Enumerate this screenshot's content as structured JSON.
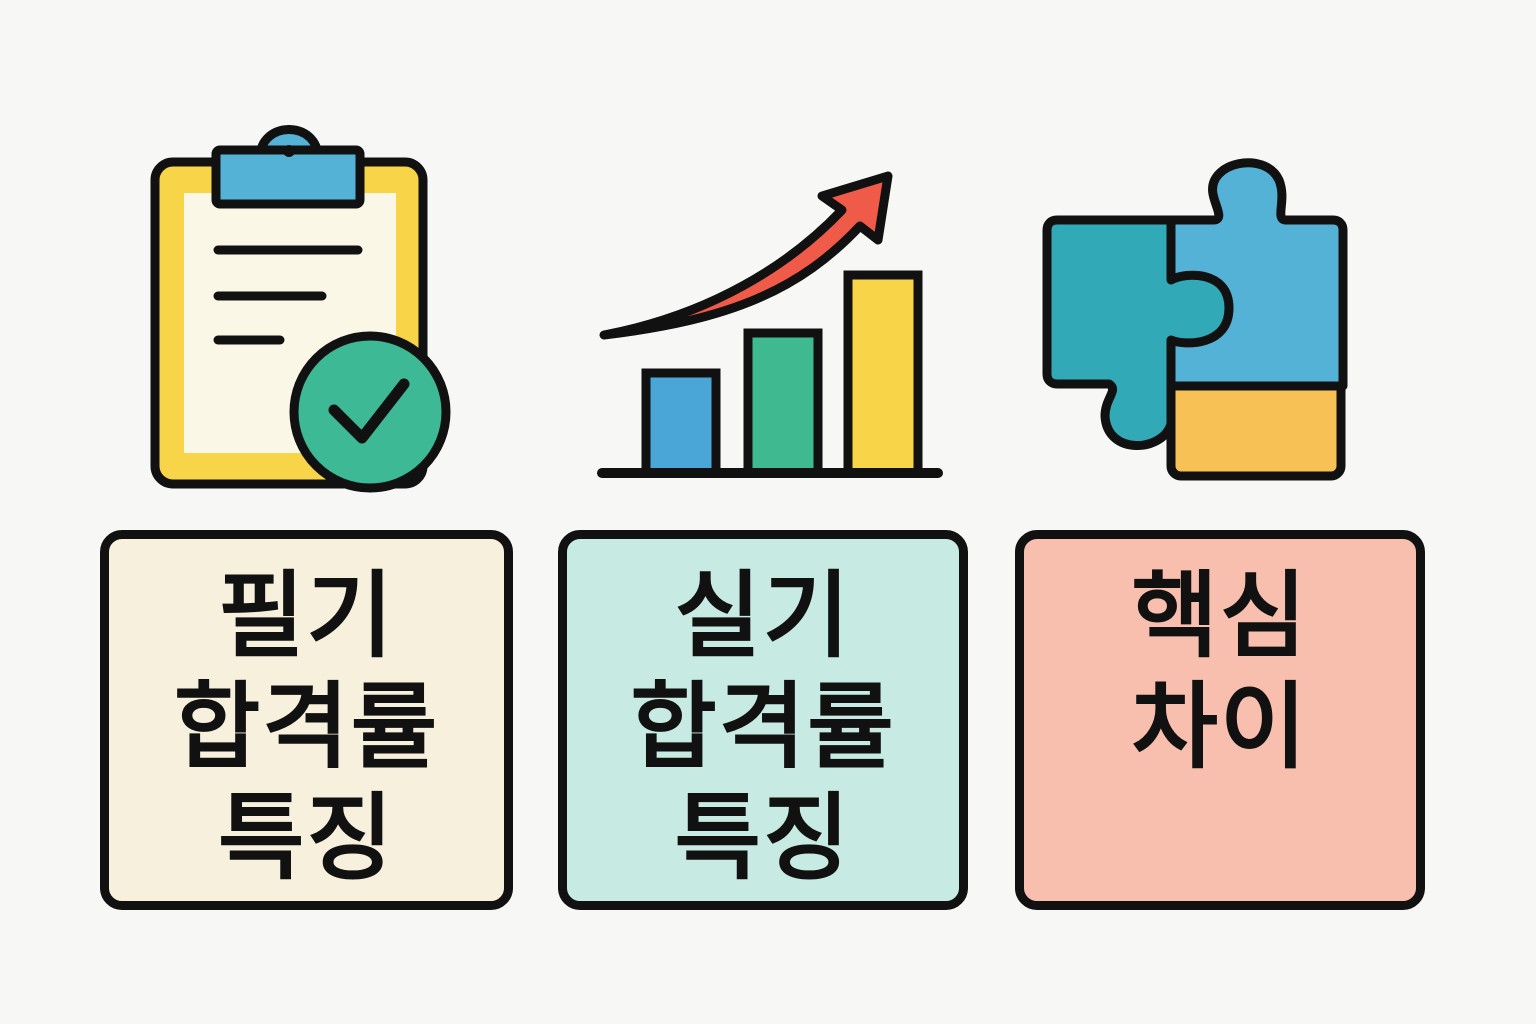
{
  "colors": {
    "background": "#f7f7f6",
    "outline": "#111111",
    "clipboard_body": "#f8d448",
    "clipboard_paper": "#fbf7e6",
    "clipboard_clip": "#54b2d6",
    "check_circle": "#3db996",
    "bar_1": "#4aa6d6",
    "bar_2": "#3fb98f",
    "bar_3": "#f8d448",
    "arrow": "#ef5b48",
    "puzzle_teal": "#31a9b6",
    "puzzle_blue": "#54b2d6",
    "puzzle_yellow": "#f7c156",
    "card_written": "#f6f0dd",
    "card_practical": "#c7ebe2",
    "card_key": "#f8bfae"
  },
  "icons": [
    {
      "name": "clipboard-check-icon"
    },
    {
      "name": "bar-chart-growth-icon"
    },
    {
      "name": "puzzle-icon"
    }
  ],
  "cards": [
    {
      "label": "필기\n합격률\n특징"
    },
    {
      "label": "실기\n합격률\n특징"
    },
    {
      "label": "핵심\n차이"
    }
  ]
}
